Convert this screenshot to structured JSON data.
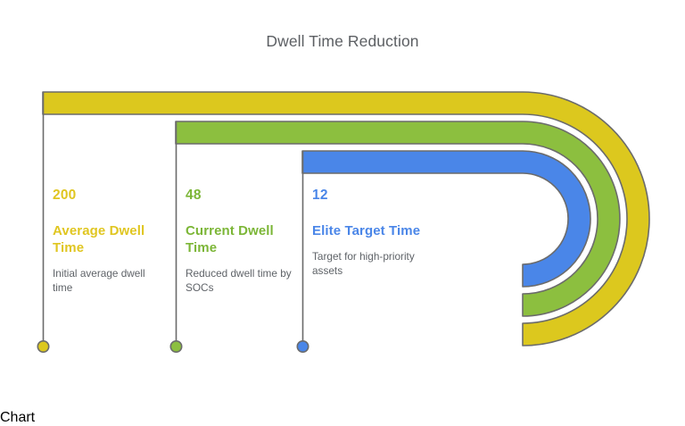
{
  "chart": {
    "title": "Dwell Time Reduction",
    "title_color": "#5c5f63",
    "background": "#ffffff",
    "stroke_color": "#6b6b6b"
  },
  "chart_data": {
    "type": "bar",
    "title": "Dwell Time Reduction",
    "xlabel": "",
    "ylabel": "",
    "categories": [
      "Average Dwell Time",
      "Current Dwell Time",
      "Elite Target Time"
    ],
    "values": [
      200,
      48,
      12
    ],
    "grid": false,
    "legend": "none",
    "annotations": [
      "Initial average dwell time",
      "Reduced dwell time by SOCs",
      "Target for high-priority assets"
    ]
  },
  "stages": [
    {
      "value": "200",
      "title": "Average Dwell Time",
      "description": "Initial average dwell time",
      "color": "#dcc81e",
      "text_color": "#e0c621"
    },
    {
      "value": "48",
      "title": "Current Dwell Time",
      "description": "Reduced dwell time by SOCs",
      "color": "#8cbf3f",
      "text_color": "#7cb637"
    },
    {
      "value": "12",
      "title": "Elite Target Time",
      "description": "Target for high-priority assets",
      "color": "#4a86e8",
      "text_color": "#4a86e8"
    }
  ]
}
